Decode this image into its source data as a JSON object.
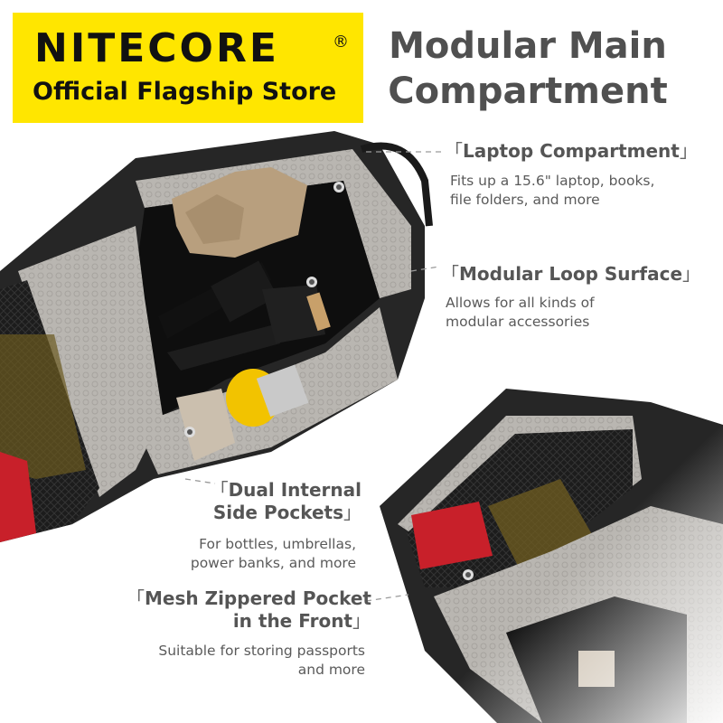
{
  "brand": {
    "name": "NITECORE",
    "registered_mark": "®",
    "subtitle": "Official Flagship Store",
    "box_color": "#ffe600"
  },
  "headline": {
    "line1": "Modular Main",
    "line2": "Compartment"
  },
  "features": [
    {
      "title": "Laptop Compartment",
      "desc_lines": [
        "Fits up a 15.6\" laptop, books,",
        "file folders, and more"
      ]
    },
    {
      "title": "Modular Loop Surface",
      "desc_lines": [
        "Allows for all kinds of",
        "modular accessories"
      ]
    },
    {
      "title_lines": [
        "Dual Internal",
        "Side Pockets"
      ],
      "desc_lines": [
        "For bottles, umbrellas,",
        "power banks, and more"
      ]
    },
    {
      "title_lines": [
        "Mesh Zippered Pocket",
        "in the Front"
      ],
      "desc_lines": [
        "Suitable for storing passports",
        "and more"
      ]
    }
  ],
  "brackets": {
    "open": "「",
    "close": "」"
  },
  "icons": [
    "backpack-main-photo",
    "backpack-front-pocket-photo"
  ]
}
